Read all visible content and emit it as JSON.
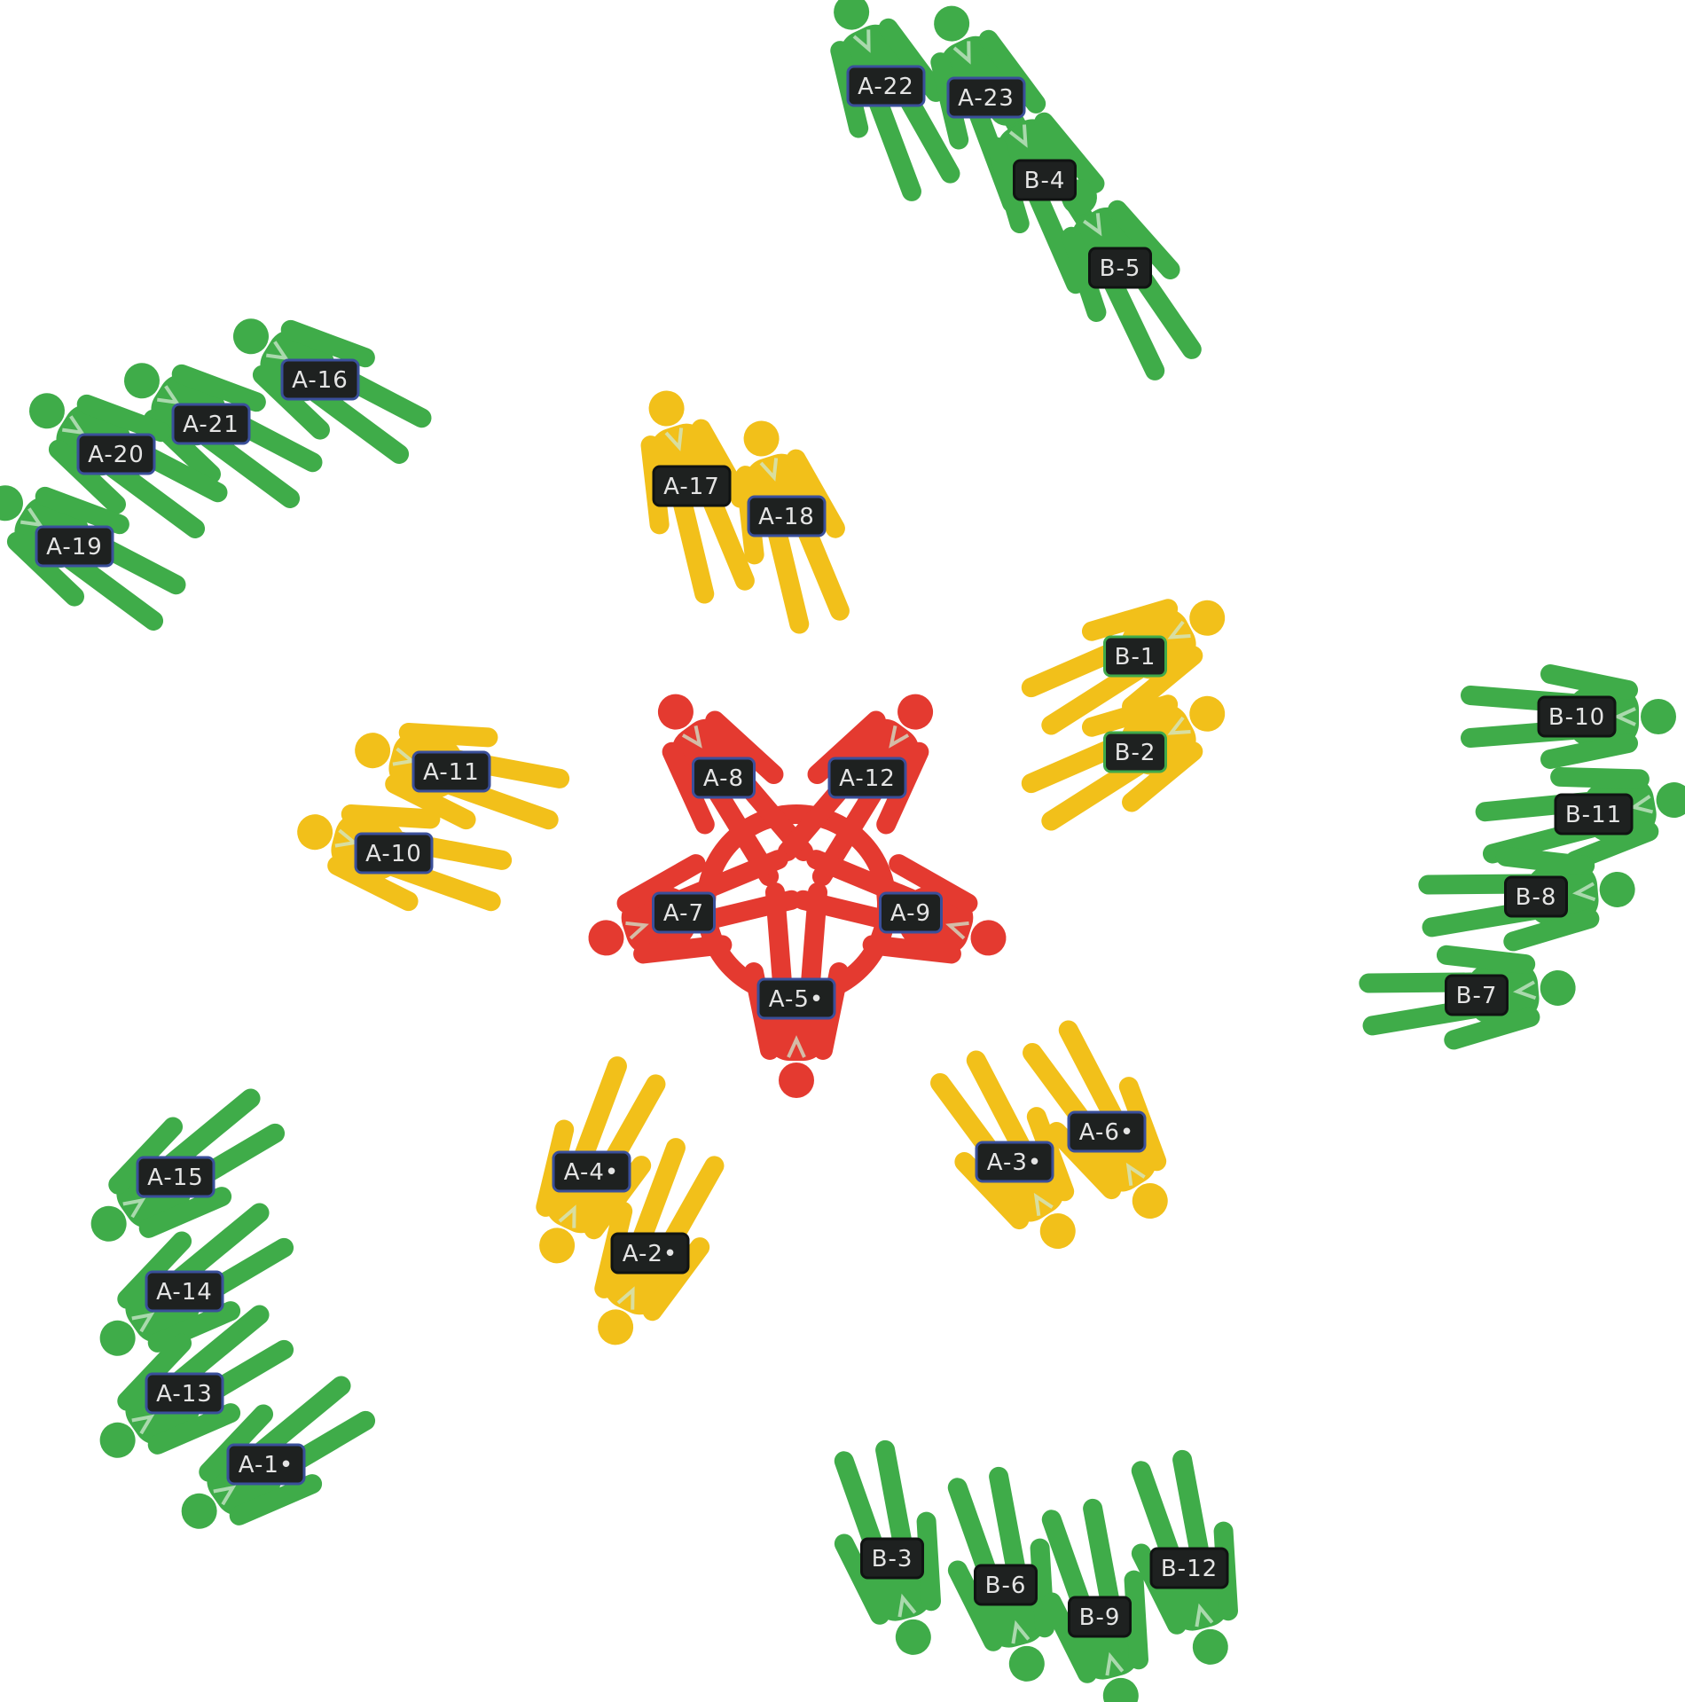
{
  "colors": {
    "green": "#3fac49",
    "yellow": "#f2c01a",
    "red": "#e43a30",
    "tag_fill": "#1e2120",
    "tag_border_blue": "#3a4f9a",
    "tag_border_green": "#3fa94a",
    "tag_border_dark": "#101312",
    "tag_text": "#e4e4e4"
  },
  "groups": [
    {
      "id": "green-top",
      "color": "green",
      "members": [
        {
          "label": "A-22",
          "border": "tag_border_blue"
        },
        {
          "label": "A-23",
          "border": "tag_border_blue"
        },
        {
          "label": "B-4",
          "border": "tag_border_dark"
        },
        {
          "label": "B-5",
          "border": "tag_border_dark"
        }
      ]
    },
    {
      "id": "green-top-left",
      "color": "green",
      "members": [
        {
          "label": "A-16",
          "border": "tag_border_blue"
        },
        {
          "label": "A-21",
          "border": "tag_border_blue"
        },
        {
          "label": "A-20",
          "border": "tag_border_blue"
        },
        {
          "label": "A-19",
          "border": "tag_border_blue"
        }
      ]
    },
    {
      "id": "yellow-top",
      "color": "yellow",
      "members": [
        {
          "label": "A-17",
          "border": "tag_border_dark"
        },
        {
          "label": "A-18",
          "border": "tag_border_blue"
        }
      ]
    },
    {
      "id": "yellow-right",
      "color": "yellow",
      "members": [
        {
          "label": "B-1",
          "border": "tag_border_green"
        },
        {
          "label": "B-2",
          "border": "tag_border_green"
        }
      ]
    },
    {
      "id": "green-right",
      "color": "green",
      "members": [
        {
          "label": "B-10",
          "border": "tag_border_dark"
        },
        {
          "label": "B-11",
          "border": "tag_border_dark"
        },
        {
          "label": "B-8",
          "border": "tag_border_dark"
        },
        {
          "label": "B-7",
          "border": "tag_border_dark"
        }
      ]
    },
    {
      "id": "yellow-left",
      "color": "yellow",
      "members": [
        {
          "label": "A-11",
          "border": "tag_border_blue"
        },
        {
          "label": "A-10",
          "border": "tag_border_blue"
        }
      ]
    },
    {
      "id": "red-center",
      "color": "red",
      "members": [
        {
          "label": "A-8",
          "border": "tag_border_blue"
        },
        {
          "label": "A-12",
          "border": "tag_border_blue"
        },
        {
          "label": "A-7",
          "border": "tag_border_blue"
        },
        {
          "label": "A-9",
          "border": "tag_border_blue"
        },
        {
          "label": "A-5•",
          "border": "tag_border_blue"
        }
      ]
    },
    {
      "id": "yellow-bottom-right",
      "color": "yellow",
      "members": [
        {
          "label": "A-6•",
          "border": "tag_border_blue"
        },
        {
          "label": "A-3•",
          "border": "tag_border_blue"
        }
      ]
    },
    {
      "id": "yellow-bottom-center",
      "color": "yellow",
      "members": [
        {
          "label": "A-4•",
          "border": "tag_border_blue"
        },
        {
          "label": "A-2•",
          "border": "tag_border_dark"
        }
      ]
    },
    {
      "id": "green-bottom-left",
      "color": "green",
      "members": [
        {
          "label": "A-15",
          "border": "tag_border_blue"
        },
        {
          "label": "A-14",
          "border": "tag_border_blue"
        },
        {
          "label": "A-13",
          "border": "tag_border_blue"
        },
        {
          "label": "A-1•",
          "border": "tag_border_blue"
        }
      ]
    },
    {
      "id": "green-bottom",
      "color": "green",
      "members": [
        {
          "label": "B-3",
          "border": "tag_border_dark"
        },
        {
          "label": "B-6",
          "border": "tag_border_dark"
        },
        {
          "label": "B-9",
          "border": "tag_border_dark"
        },
        {
          "label": "B-12",
          "border": "tag_border_dark"
        }
      ]
    }
  ]
}
